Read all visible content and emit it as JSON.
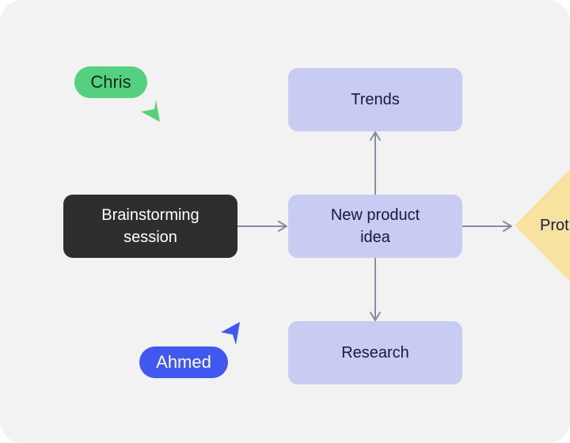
{
  "canvas": {
    "background": "#f2f2f2"
  },
  "colors": {
    "dark_node": "#2e2e2e",
    "light_node": "#c8ccf2",
    "decision_node": "#f7e2a0",
    "connector": "#8a8aa3",
    "cursor_green": "#55d07f",
    "cursor_blue": "#4058f0"
  },
  "nodes": {
    "brainstorming": "Brainstorming\nsession",
    "new_product_idea": "New product\nidea",
    "trends": "Trends",
    "research": "Research",
    "decision": "Prot"
  },
  "cursors": {
    "chris": {
      "name": "Chris",
      "icon": "cursor-arrow-icon",
      "color": "#55d07f"
    },
    "ahmed": {
      "name": "Ahmed",
      "icon": "cursor-arrow-icon",
      "color": "#4058f0"
    }
  },
  "connectors": [
    {
      "from": "Brainstorming session",
      "to": "New product idea"
    },
    {
      "from": "New product idea",
      "to": "Trends"
    },
    {
      "from": "New product idea",
      "to": "Research"
    },
    {
      "from": "New product idea",
      "to": "Prot"
    }
  ]
}
